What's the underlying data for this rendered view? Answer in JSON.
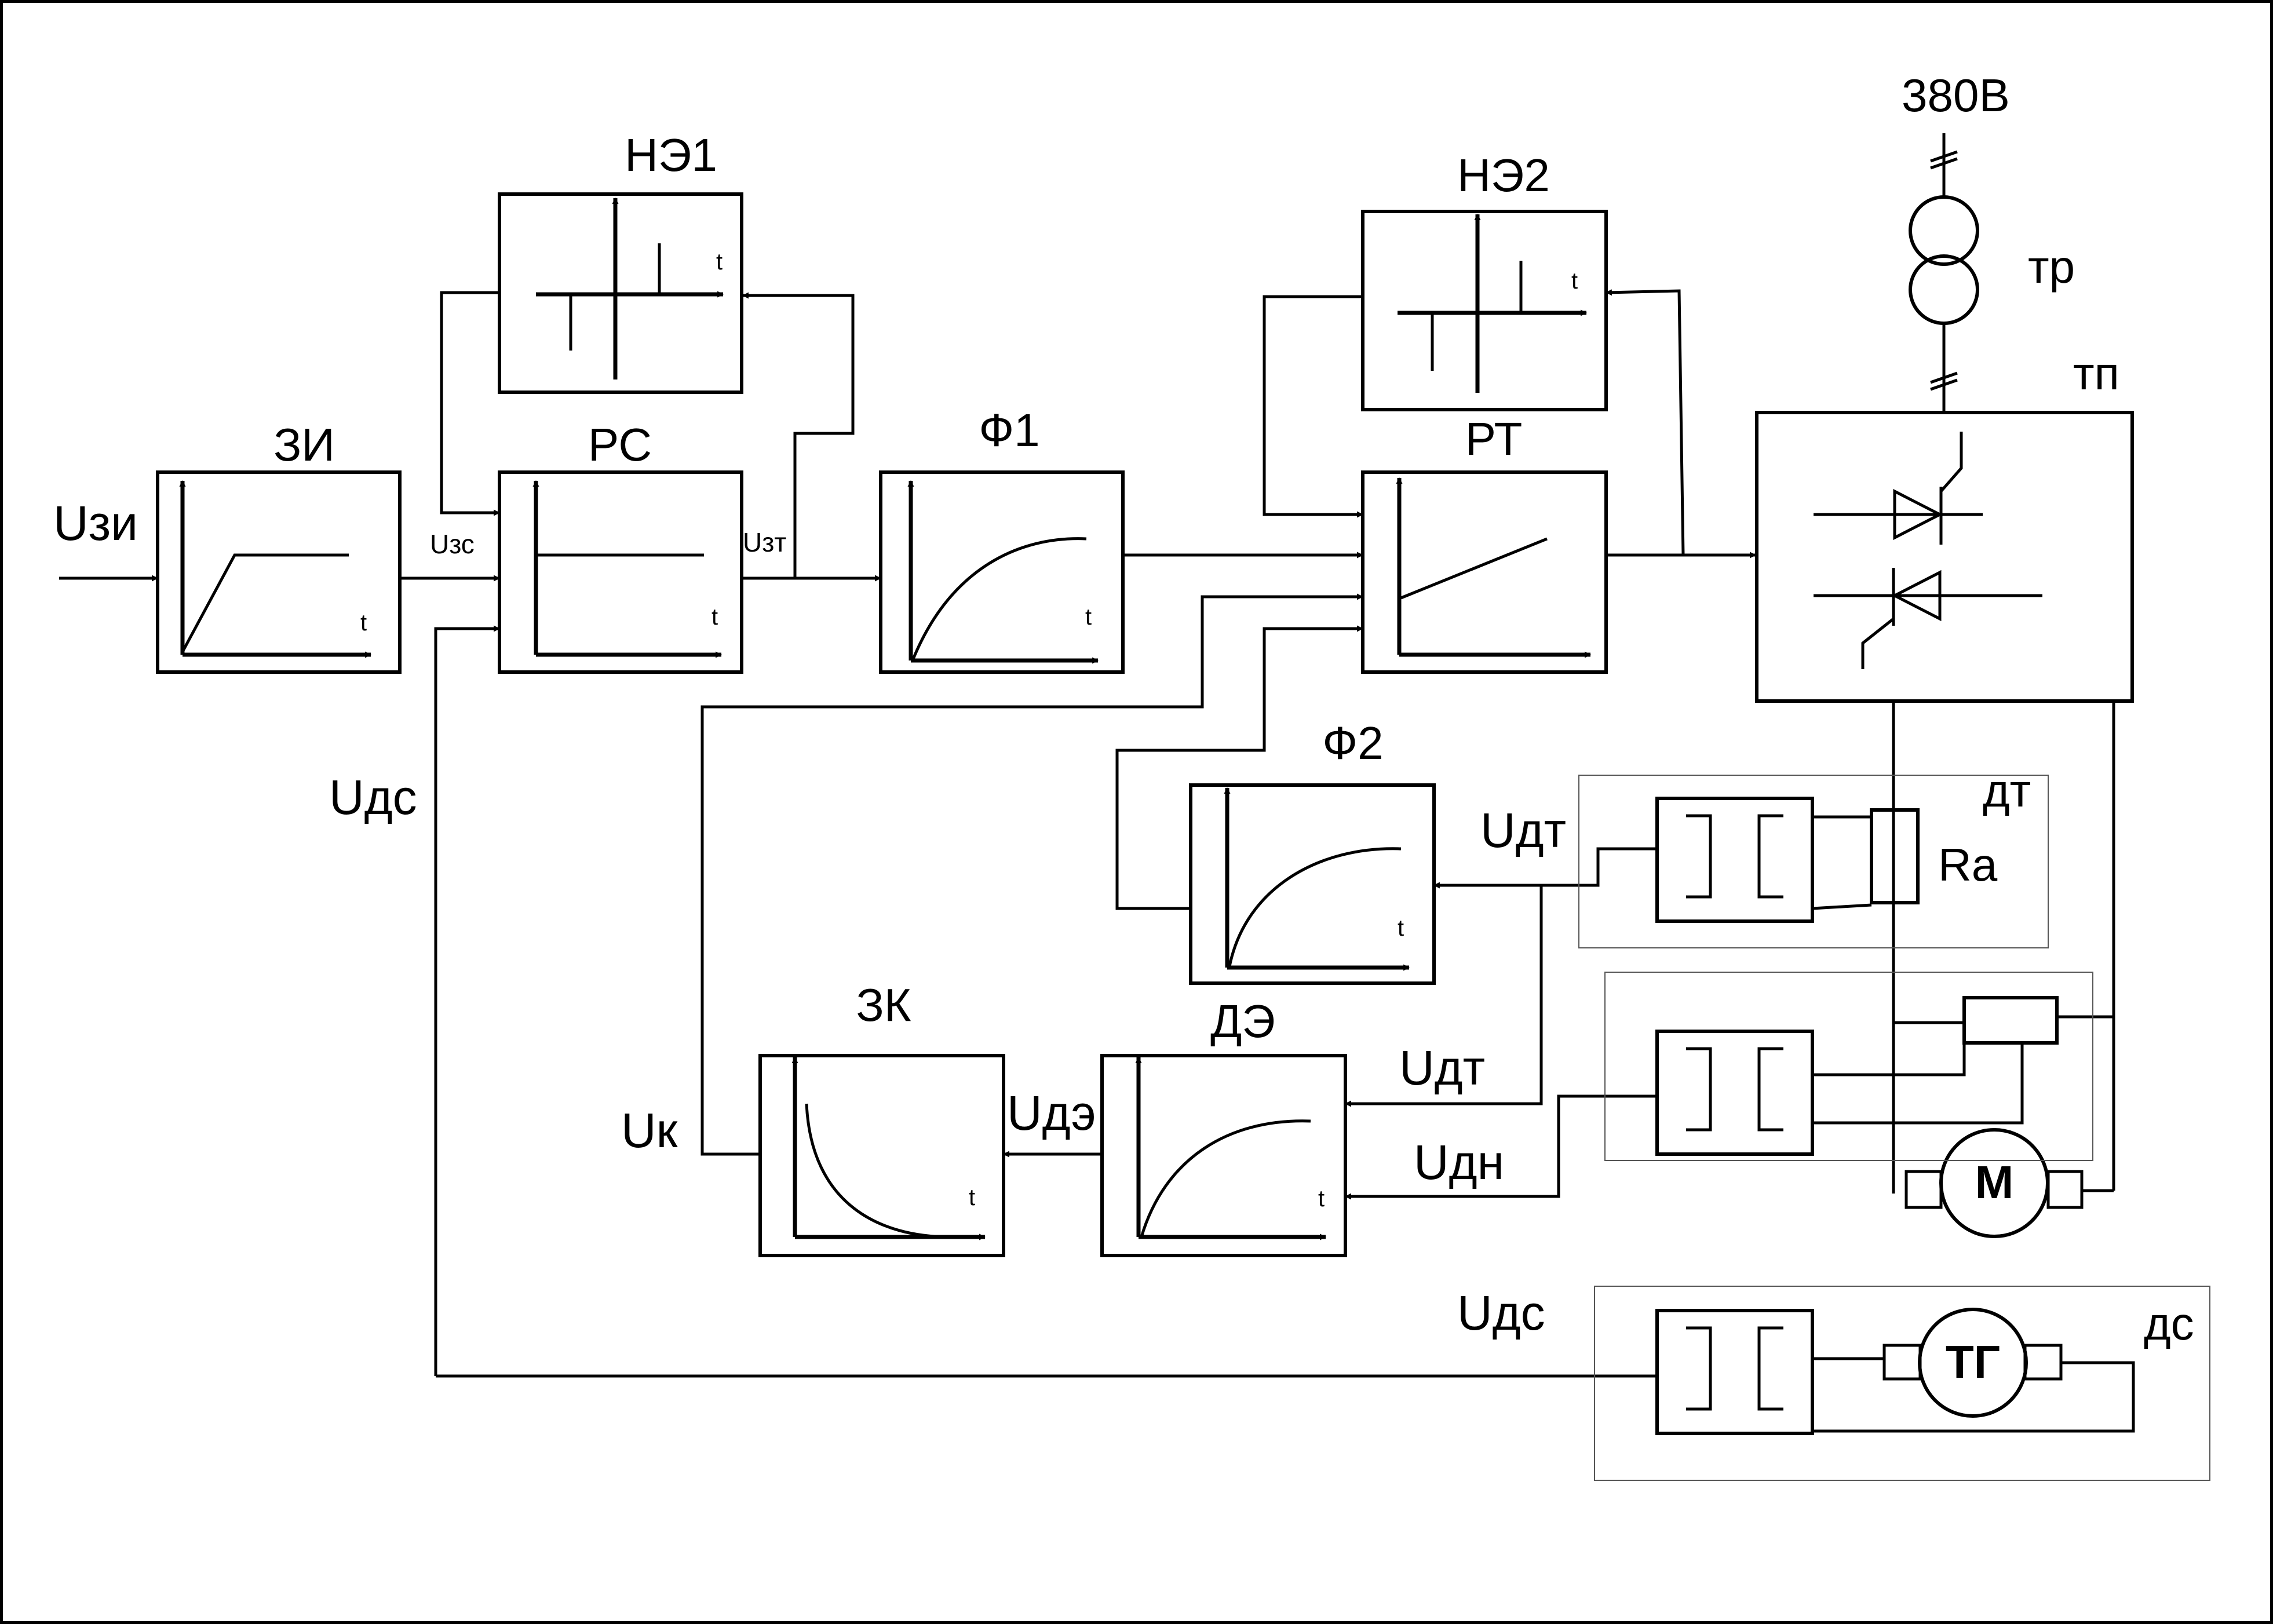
{
  "blocks": {
    "zi": "ЗИ",
    "rs": "РС",
    "ne1": "НЭ1",
    "f1": "Ф1",
    "ne2": "НЭ2",
    "rt": "РТ",
    "f2": "Ф2",
    "zk": "ЗК",
    "de": "ДЭ"
  },
  "axis_label": "t",
  "signals": {
    "uzi": "Uзи",
    "uzs": "Uзс",
    "uzt": "Uзт",
    "uds_left": "Uдс",
    "udt_f2": "Uдт",
    "udt_de": "Uдт",
    "udn": "Uдн",
    "ude": "Uдэ",
    "uk": "Uк",
    "uds_bottom": "Uдс"
  },
  "power": {
    "supply": "380В",
    "transformer": "тр",
    "converter": "тп",
    "current_sensor": "дт",
    "shunt": "Ra",
    "motor": "М",
    "tachogenerator": "ТГ",
    "speed_sensor": "дс"
  }
}
